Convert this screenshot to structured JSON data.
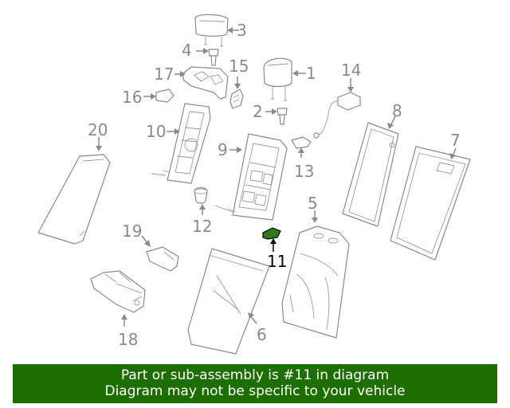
{
  "diagram": {
    "callouts": [
      "1",
      "2",
      "3",
      "4",
      "5",
      "6",
      "7",
      "8",
      "9",
      "10",
      "11",
      "12",
      "13",
      "14",
      "15",
      "16",
      "17",
      "18",
      "19",
      "20"
    ],
    "highlighted_part": "11",
    "highlight_color": "#2f7a12"
  },
  "banner": {
    "line1": "Part or sub-assembly is #11 in diagram",
    "line2": "Diagram may not be specific to your vehicle",
    "background": "#1d6e00"
  }
}
